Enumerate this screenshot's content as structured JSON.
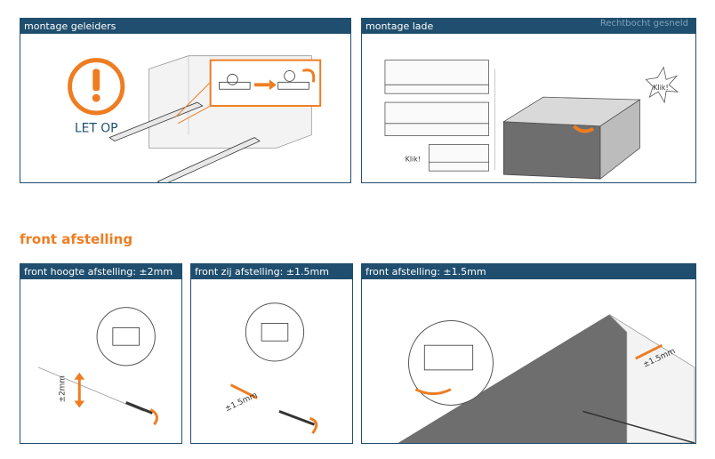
{
  "panels": {
    "montage_geleiders": {
      "title": "montage geleiders",
      "warning_label": "LET OP"
    },
    "montage_lade": {
      "title": "montage lade",
      "header_note": "Rechtbocht gesneld",
      "click_label": "Klik!",
      "click_label_2": "Klik!"
    },
    "front_hoogte": {
      "title": "front hoogte afstelling: ±2mm",
      "dim_label": "±2mm"
    },
    "front_zij": {
      "title": "front zij afstelling: ±1.5mm",
      "dim_label": "±1.5mm"
    },
    "front_diepte": {
      "title": "front afstelling: ±1.5mm",
      "dim_label": "±1.5mm"
    }
  },
  "section": {
    "title": "front afstelling"
  },
  "colors": {
    "header_bg": "#1f4e6e",
    "accent": "#ee7d22",
    "line": "#555555"
  }
}
